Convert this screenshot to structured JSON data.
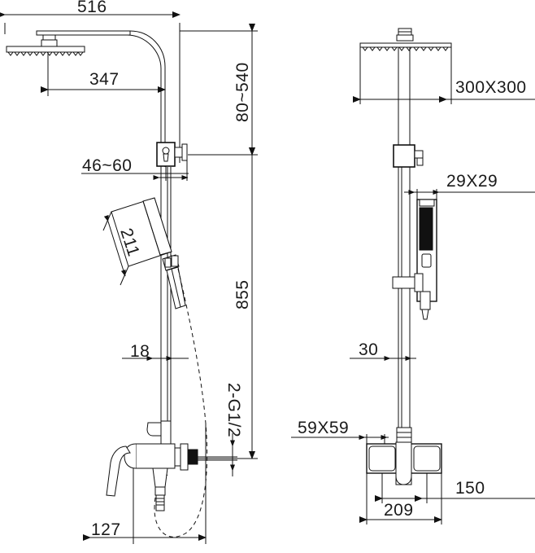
{
  "drawing": {
    "title": "Shower column technical drawing",
    "type": "engineering-dimension-drawing",
    "units": "mm",
    "line_color": "#111111",
    "background": "#ffffff"
  },
  "views": {
    "side": {
      "name": "side-elevation",
      "parts": [
        "overhead-rain-shower-head",
        "curved-shower-arm",
        "vertical-riser-pipe",
        "slide-bar-diverter-bracket",
        "hand-shower",
        "flexible-hose",
        "wall-mixer-valve",
        "lever-handle"
      ]
    },
    "front": {
      "name": "front-elevation",
      "parts": [
        "overhead-rain-shower-head",
        "vertical-riser-pipe",
        "diverter-bracket",
        "hand-shower",
        "wall-mixer-valve",
        "mixer-handles"
      ]
    }
  },
  "dimensions": {
    "side_view": [
      {
        "id": "overall-width",
        "label": "516",
        "orientation": "horizontal",
        "position": "top"
      },
      {
        "id": "shower-head-offset",
        "label": "347",
        "orientation": "horizontal",
        "position": "upper"
      },
      {
        "id": "riser-adjust-range",
        "label": "80~540",
        "orientation": "vertical",
        "position": "right-upper"
      },
      {
        "id": "wall-offset-range",
        "label": "46~60",
        "orientation": "horizontal",
        "position": "middle"
      },
      {
        "id": "hand-shower-length",
        "label": "211",
        "orientation": "rotated",
        "position": "middle-left"
      },
      {
        "id": "total-height",
        "label": "855",
        "orientation": "vertical",
        "position": "right"
      },
      {
        "id": "riser-pipe-depth",
        "label": "18",
        "orientation": "horizontal",
        "position": "lower"
      },
      {
        "id": "inlet-thread",
        "label": "2-G1/2",
        "orientation": "vertical",
        "position": "lower-right"
      },
      {
        "id": "base-depth",
        "label": "127",
        "orientation": "horizontal",
        "position": "bottom"
      }
    ],
    "front_view": [
      {
        "id": "shower-head-size",
        "label": "300X300",
        "orientation": "horizontal",
        "position": "upper"
      },
      {
        "id": "hand-shower-width",
        "label": "29X29",
        "orientation": "horizontal",
        "position": "middle"
      },
      {
        "id": "riser-pipe-width",
        "label": "30",
        "orientation": "horizontal",
        "position": "lower"
      },
      {
        "id": "mixer-body-height",
        "label": "59X59",
        "orientation": "horizontal",
        "position": "lower-left"
      },
      {
        "id": "handle-centers",
        "label": "150",
        "orientation": "horizontal",
        "position": "bottom"
      },
      {
        "id": "mixer-overall-width",
        "label": "209",
        "orientation": "horizontal",
        "position": "bottom"
      }
    ]
  }
}
